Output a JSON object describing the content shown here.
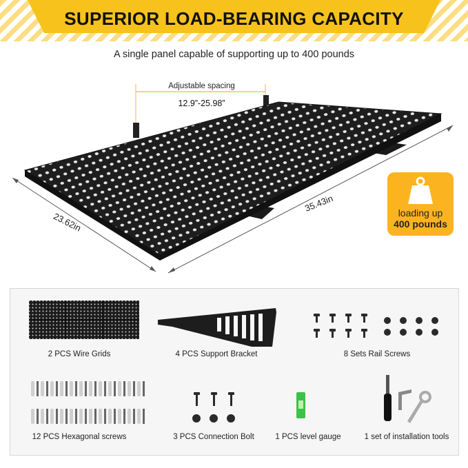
{
  "header": {
    "title": "SUPERIOR LOAD-BEARING CAPACITY",
    "subtitle": "A single panel capable of supporting up to 400 pounds",
    "accent_color": "#f7c21b"
  },
  "dimensions": {
    "spacing_label": "Adjustable spacing",
    "spacing_value": "12.9”-25.98”",
    "length": "35.43in",
    "width": "23.62in"
  },
  "badge": {
    "line1": "loading up",
    "line2": "400 pounds",
    "icon": "weight-icon",
    "color": "#fcb320"
  },
  "accessories": [
    {
      "label": "2 PCS Wire Grids",
      "icon": "wire-grid-icon"
    },
    {
      "label": "4 PCS Support Bracket",
      "icon": "support-bracket-icon"
    },
    {
      "label": "8 Sets Rail Screws",
      "icon": "rail-screws-icon"
    },
    {
      "label": "12 PCS Hexagonal screws",
      "icon": "hex-screws-icon"
    },
    {
      "label": "3 PCS Connection Bolt",
      "icon": "connection-bolt-icon"
    },
    {
      "label": "1 PCS level gauge",
      "icon": "level-gauge-icon"
    },
    {
      "label": "1 set of installation tools",
      "icon": "installation-tools-icon"
    }
  ]
}
